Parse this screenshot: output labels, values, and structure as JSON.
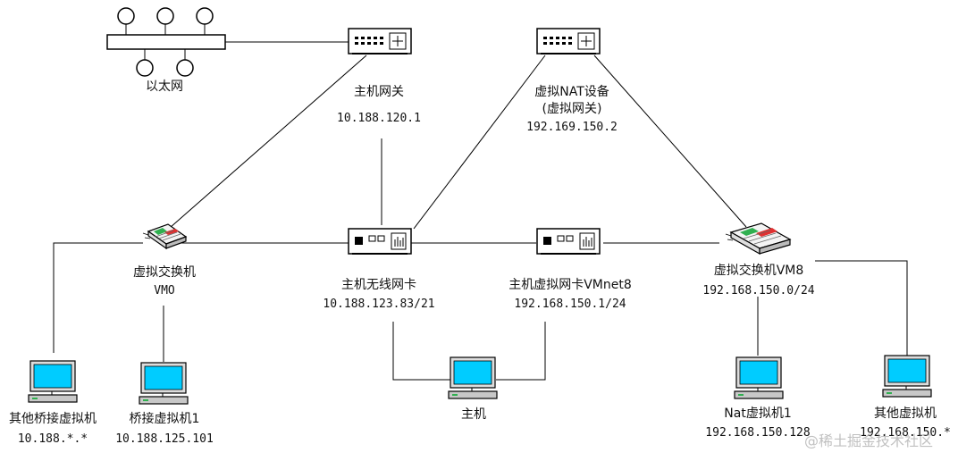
{
  "ethernet": {
    "label": "以太网"
  },
  "host_gateway": {
    "name": "主机网关",
    "ip": "10.188.120.1"
  },
  "nat_device": {
    "name": "虚拟NAT设备",
    "subname": "(虚拟网关)",
    "ip": "192.169.150.2"
  },
  "vswitch_vm0": {
    "name": "虚拟交换机",
    "subname": "VMO"
  },
  "wireless_nic": {
    "name": "主机无线网卡",
    "ip": "10.188.123.83/21"
  },
  "vmnet8_nic": {
    "name": "主机虚拟网卡VMnet8",
    "ip": "192.168.150.1/24"
  },
  "vswitch_vm8": {
    "name": "虚拟交换机VM8",
    "ip": "192.168.150.0/24"
  },
  "pc_other_bridge": {
    "name": "其他桥接虚拟机",
    "ip": "10.188.*.*"
  },
  "pc_bridge1": {
    "name": "桥接虚拟机1",
    "ip": "10.188.125.101"
  },
  "pc_host": {
    "name": "主机"
  },
  "pc_nat1": {
    "name": "Nat虚拟机1",
    "ip": "192.168.150.128"
  },
  "pc_other_vm": {
    "name": "其他虚拟机",
    "ip": "192.168.150.*"
  },
  "watermark": "@稀土掘金技术社区",
  "colors": {
    "line": "#000000",
    "screen": "#00ccff",
    "pc_body": "#c8c8c8",
    "switch_red": "#e03030",
    "switch_green": "#30b050"
  }
}
